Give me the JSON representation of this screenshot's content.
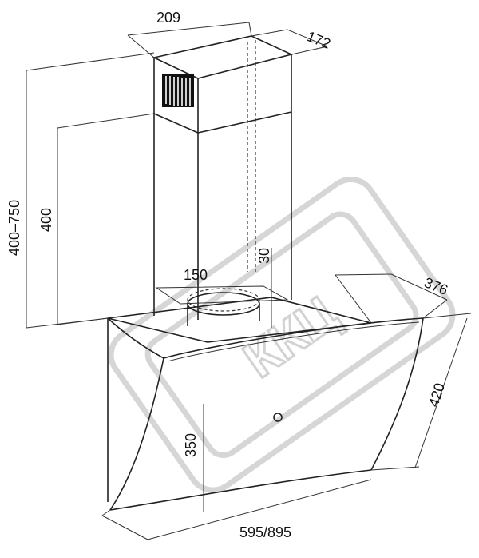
{
  "diagram": {
    "dimensions": {
      "chimney_width": "209",
      "chimney_depth": "172",
      "total_height": "400–750",
      "chimney_height": "400",
      "outlet_diameter": "150",
      "outlet_offset": "30",
      "hood_depth": "376",
      "glass_height": "420",
      "hood_height": "350",
      "hood_width": "595/895"
    },
    "watermark": {
      "text": "ККЦ"
    }
  }
}
